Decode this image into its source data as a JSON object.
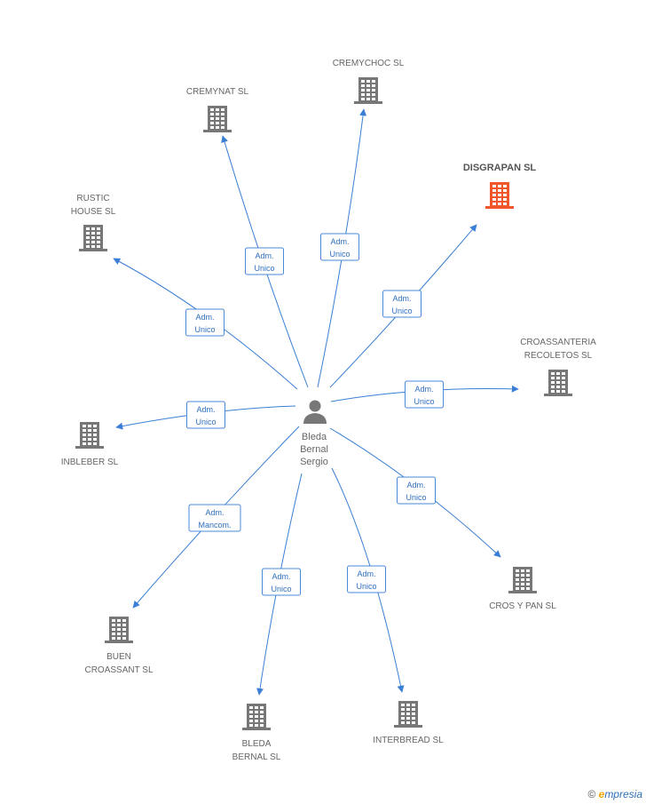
{
  "center": {
    "name_lines": [
      "Bleda",
      "Bernal",
      "Sergio"
    ],
    "icon": "person-icon"
  },
  "colors": {
    "edge": "#3a7fd5",
    "building": "#777777",
    "highlight": "#f0562a"
  },
  "nodes": [
    {
      "id": "cremynat",
      "label_lines": [
        "CREMYNAT SL"
      ],
      "role_lines": [
        "Adm.",
        "Unico"
      ],
      "highlight": false
    },
    {
      "id": "cremychoc",
      "label_lines": [
        "CREMYCHOC SL"
      ],
      "role_lines": [
        "Adm.",
        "Unico"
      ],
      "highlight": false
    },
    {
      "id": "disgrapan",
      "label_lines": [
        "DISGRAPAN SL"
      ],
      "role_lines": [
        "Adm.",
        "Unico"
      ],
      "highlight": true
    },
    {
      "id": "rustic",
      "label_lines": [
        "RUSTIC",
        "HOUSE SL"
      ],
      "role_lines": [
        "Adm.",
        "Unico"
      ],
      "highlight": false
    },
    {
      "id": "croassanteria",
      "label_lines": [
        "CROASSANTERIA",
        "RECOLETOS SL"
      ],
      "role_lines": [
        "Adm.",
        "Unico"
      ],
      "highlight": false
    },
    {
      "id": "inbleber",
      "label_lines": [
        "INBLEBER SL"
      ],
      "role_lines": [
        "Adm.",
        "Unico"
      ],
      "highlight": false
    },
    {
      "id": "crosypan",
      "label_lines": [
        "CROS Y PAN SL"
      ],
      "role_lines": [
        "Adm.",
        "Unico"
      ],
      "highlight": false
    },
    {
      "id": "buen",
      "label_lines": [
        "BUEN",
        "CROASSANT SL"
      ],
      "role_lines": [
        "Adm.",
        "Mancom."
      ],
      "highlight": false
    },
    {
      "id": "bleda",
      "label_lines": [
        "BLEDA",
        "BERNAL SL"
      ],
      "role_lines": [
        "Adm.",
        "Unico"
      ],
      "highlight": false
    },
    {
      "id": "interbread",
      "label_lines": [
        "INTERBREAD SL"
      ],
      "role_lines": [
        "Adm.",
        "Unico"
      ],
      "highlight": false
    }
  ],
  "footer": {
    "copyright_symbol": "©",
    "brand_first": "e",
    "brand_rest": "mpresia"
  }
}
